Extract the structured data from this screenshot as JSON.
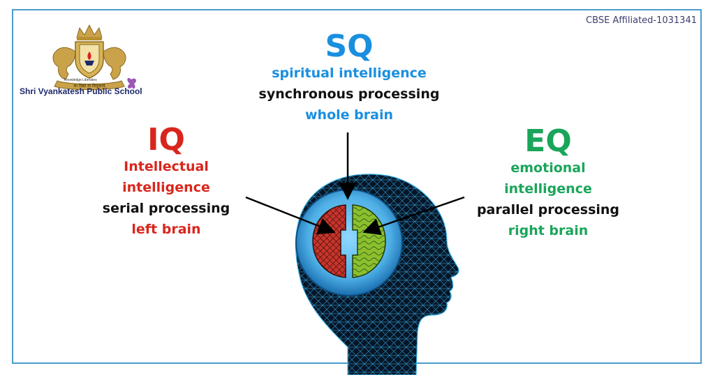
{
  "affiliation": "CBSE Affiliated-1031341",
  "school": {
    "name": "Shri Vyankatesh Public School",
    "tagline": "Knowledge Liberates",
    "motto": "सा विद्या या विमुक्तये"
  },
  "sq": {
    "code": "SQ",
    "lines": [
      "spiritual intelligence",
      "synchronous processing",
      "whole brain"
    ]
  },
  "iq": {
    "code": "IQ",
    "lines": [
      "Intellectual",
      "intelligence",
      "serial processing",
      "left brain"
    ]
  },
  "eq": {
    "code": "EQ",
    "lines": [
      "emotional",
      "intelligence",
      "parallel processing",
      "right brain"
    ]
  },
  "colors": {
    "sq": "#1a8fe0",
    "iq": "#d9261c",
    "eq": "#1aa55a",
    "text": "#111111",
    "frame": "#4a9ccc",
    "left_brain": "#c8352c",
    "right_brain": "#8cbf2e",
    "head_dark": "#06121f",
    "head_mesh": "#3fb6e8"
  },
  "icons": [
    "crest-icon",
    "horse-icon",
    "crown-icon",
    "lamp-icon",
    "butterfly-icon",
    "head-icon",
    "arrow-icon"
  ]
}
